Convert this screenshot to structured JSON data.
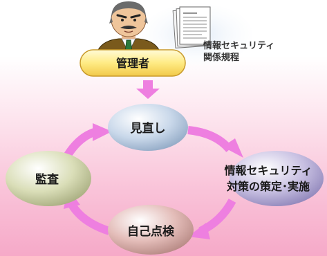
{
  "manager": {
    "label": "管理者"
  },
  "document": {
    "line1": "情報セキュリティ",
    "line2": "関係規程"
  },
  "cycle": {
    "review": "見直し",
    "policy_line1": "情報セキュリティ",
    "policy_line2": "対策の策定･実施",
    "self_check": "自己点検",
    "audit": "監査"
  },
  "colors": {
    "arrow": "#ee7fe0",
    "manager_pill": "#ffeb84",
    "review_node": "#b9cde2",
    "policy_node": "#b9b0d7",
    "self_check_node": "#dba9a5",
    "audit_node": "#cfd3a9"
  }
}
